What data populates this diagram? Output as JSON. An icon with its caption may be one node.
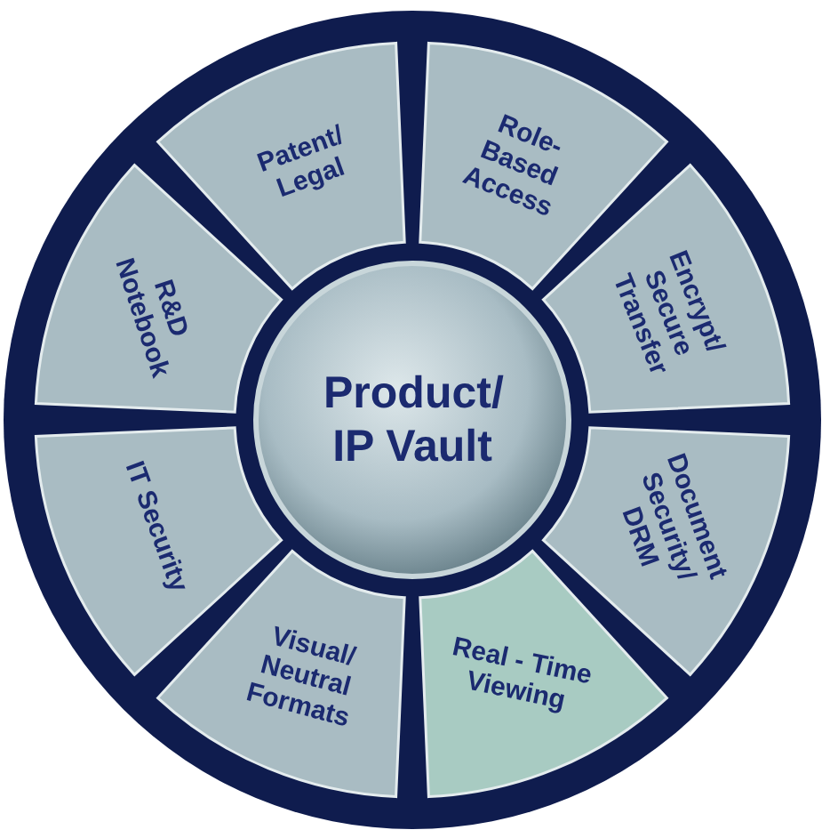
{
  "diagram": {
    "nodes": [
      {
        "text": [
          "Patent/ Legal"
        ]
      },
      {
        "text": [
          "Role- Based Access"
        ]
      },
      {
        "text": [
          "R&D Notebook"
        ]
      },
      {
        "text": [
          "Encrypt/ Secure Transfer"
        ]
      },
      {
        "text": [
          "Product/ IP Vault"
        ]
      },
      {
        "text": [
          "IT Security"
        ]
      },
      {
        "text": [
          "Document Security/ DRM"
        ]
      },
      {
        "text": [
          "Visual/ Neutral Formats"
        ]
      },
      {
        "text": [
          "Real - Time Viewing"
        ]
      }
    ]
  }
}
